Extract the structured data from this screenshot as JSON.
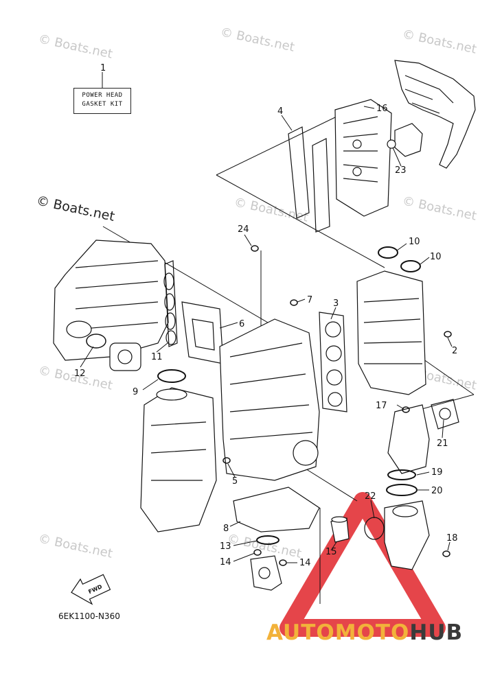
{
  "watermark": "© Boats.net",
  "kit_label": {
    "line1": "POWER HEAD",
    "line2": "GASKET KIT"
  },
  "diagram_code": "6EK1100-N360",
  "fwd_label": "FWD",
  "brand": {
    "part1": "AUTOMOTO",
    "part2": "HUB",
    "color_primary": "#f2b23a",
    "color_secondary": "#3a3a3a",
    "triangle_color": "#e0252a"
  },
  "callouts": [
    "1",
    "2",
    "3",
    "4",
    "5",
    "6",
    "7",
    "8",
    "9",
    "10",
    "10",
    "11",
    "12",
    "13",
    "14",
    "14",
    "15",
    "16",
    "17",
    "18",
    "19",
    "20",
    "21",
    "22",
    "23",
    "24"
  ]
}
